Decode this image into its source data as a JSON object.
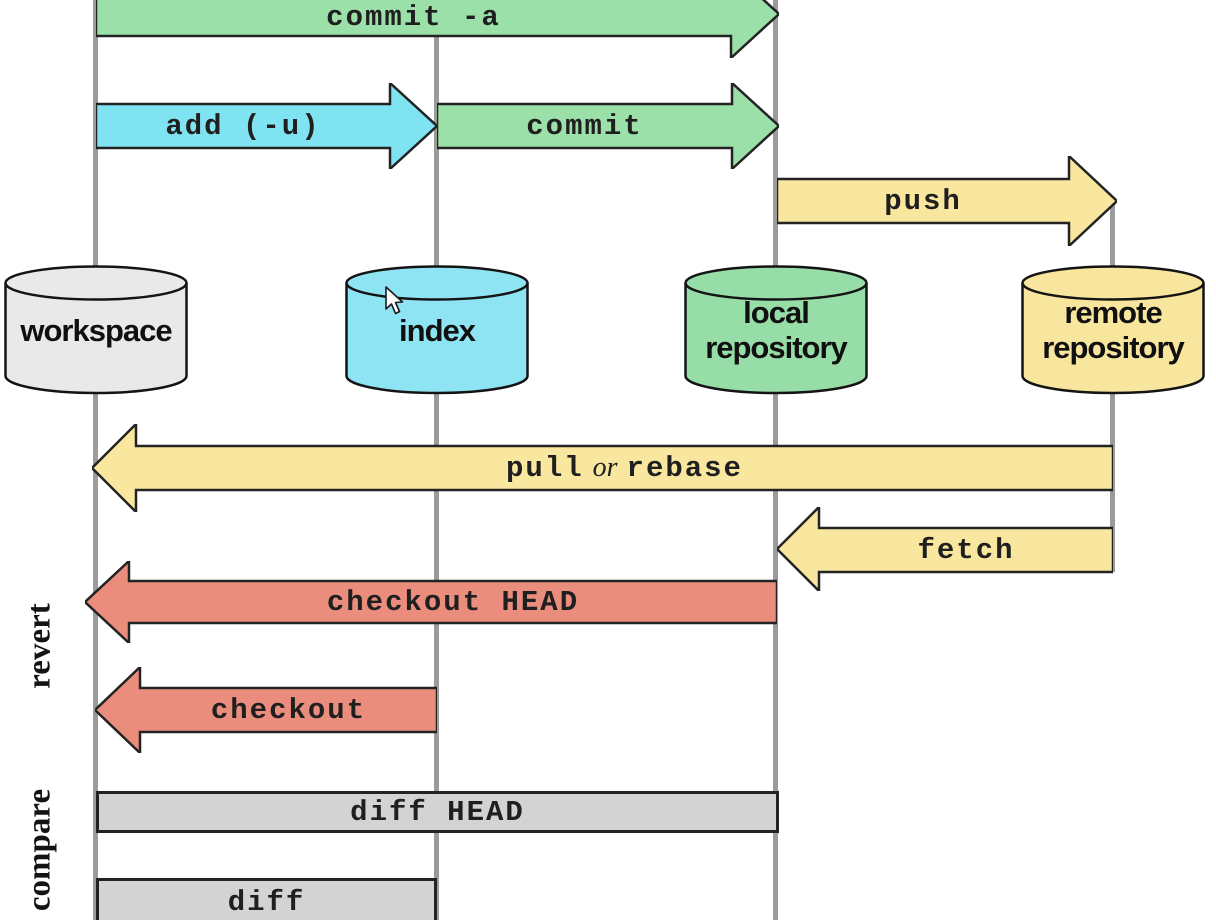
{
  "nodes": [
    {
      "id": "workspace",
      "label": "workspace",
      "color": "#e9e9e9"
    },
    {
      "id": "index",
      "label": "index",
      "color": "#8ee4f2"
    },
    {
      "id": "local-repository",
      "label": "local repository",
      "color": "#97dda8"
    },
    {
      "id": "remote-repository",
      "label": "remote repository",
      "color": "#f8e69e"
    }
  ],
  "arrows": [
    {
      "id": "commit-a",
      "label": "commit -a",
      "direction": "right",
      "color": "#9bdfa9"
    },
    {
      "id": "add-u",
      "label": "add (-u)",
      "direction": "right",
      "color": "#80e3f2"
    },
    {
      "id": "commit",
      "label": "commit",
      "direction": "right",
      "color": "#9bdfa9"
    },
    {
      "id": "push",
      "label": "push",
      "direction": "right",
      "color": "#f9e79f"
    },
    {
      "id": "pull-or-rebase",
      "label_pre": "pull",
      "label_or": "or",
      "label_post": "rebase",
      "direction": "left",
      "color": "#f9e79f"
    },
    {
      "id": "fetch",
      "label": "fetch",
      "direction": "left",
      "color": "#f9e79f"
    },
    {
      "id": "checkout-head",
      "label": "checkout HEAD",
      "direction": "left",
      "color": "#ea8d7d"
    },
    {
      "id": "checkout",
      "label": "checkout",
      "direction": "left",
      "color": "#ea8d7d"
    }
  ],
  "bars": [
    {
      "id": "diff-head",
      "label": "diff HEAD",
      "color": "#d3d3d3"
    },
    {
      "id": "diff",
      "label": "diff",
      "color": "#d3d3d3"
    }
  ],
  "side_labels": [
    {
      "id": "revert",
      "label": "revert"
    },
    {
      "id": "compare",
      "label": "compare"
    }
  ],
  "colors": {
    "line_gray": "#9b9b9b",
    "outline": "#232323"
  }
}
